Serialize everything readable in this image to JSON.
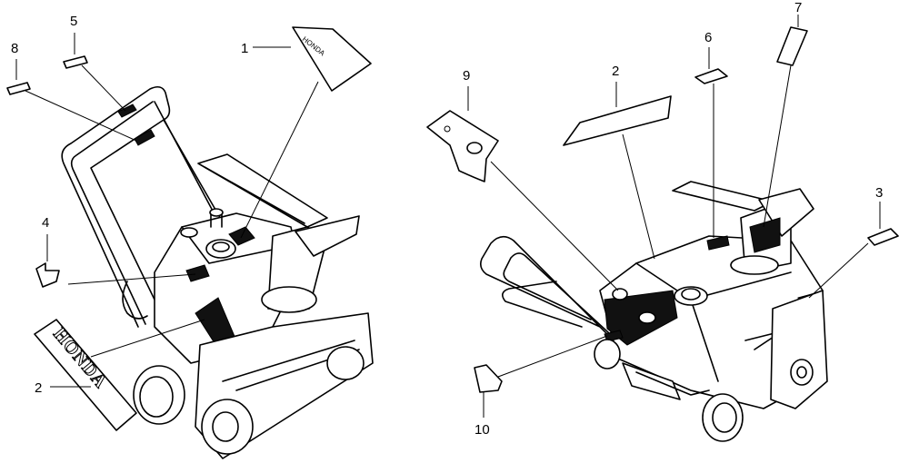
{
  "callouts": {
    "left_1": "1",
    "left_2": "2",
    "left_4": "4",
    "left_5": "5",
    "left_8": "8",
    "right_2": "2",
    "right_3": "3",
    "right_6": "6",
    "right_7": "7",
    "right_9": "9",
    "right_10": "10"
  },
  "brand_logo": "HONDA",
  "brand_logo_small": "HONDA"
}
